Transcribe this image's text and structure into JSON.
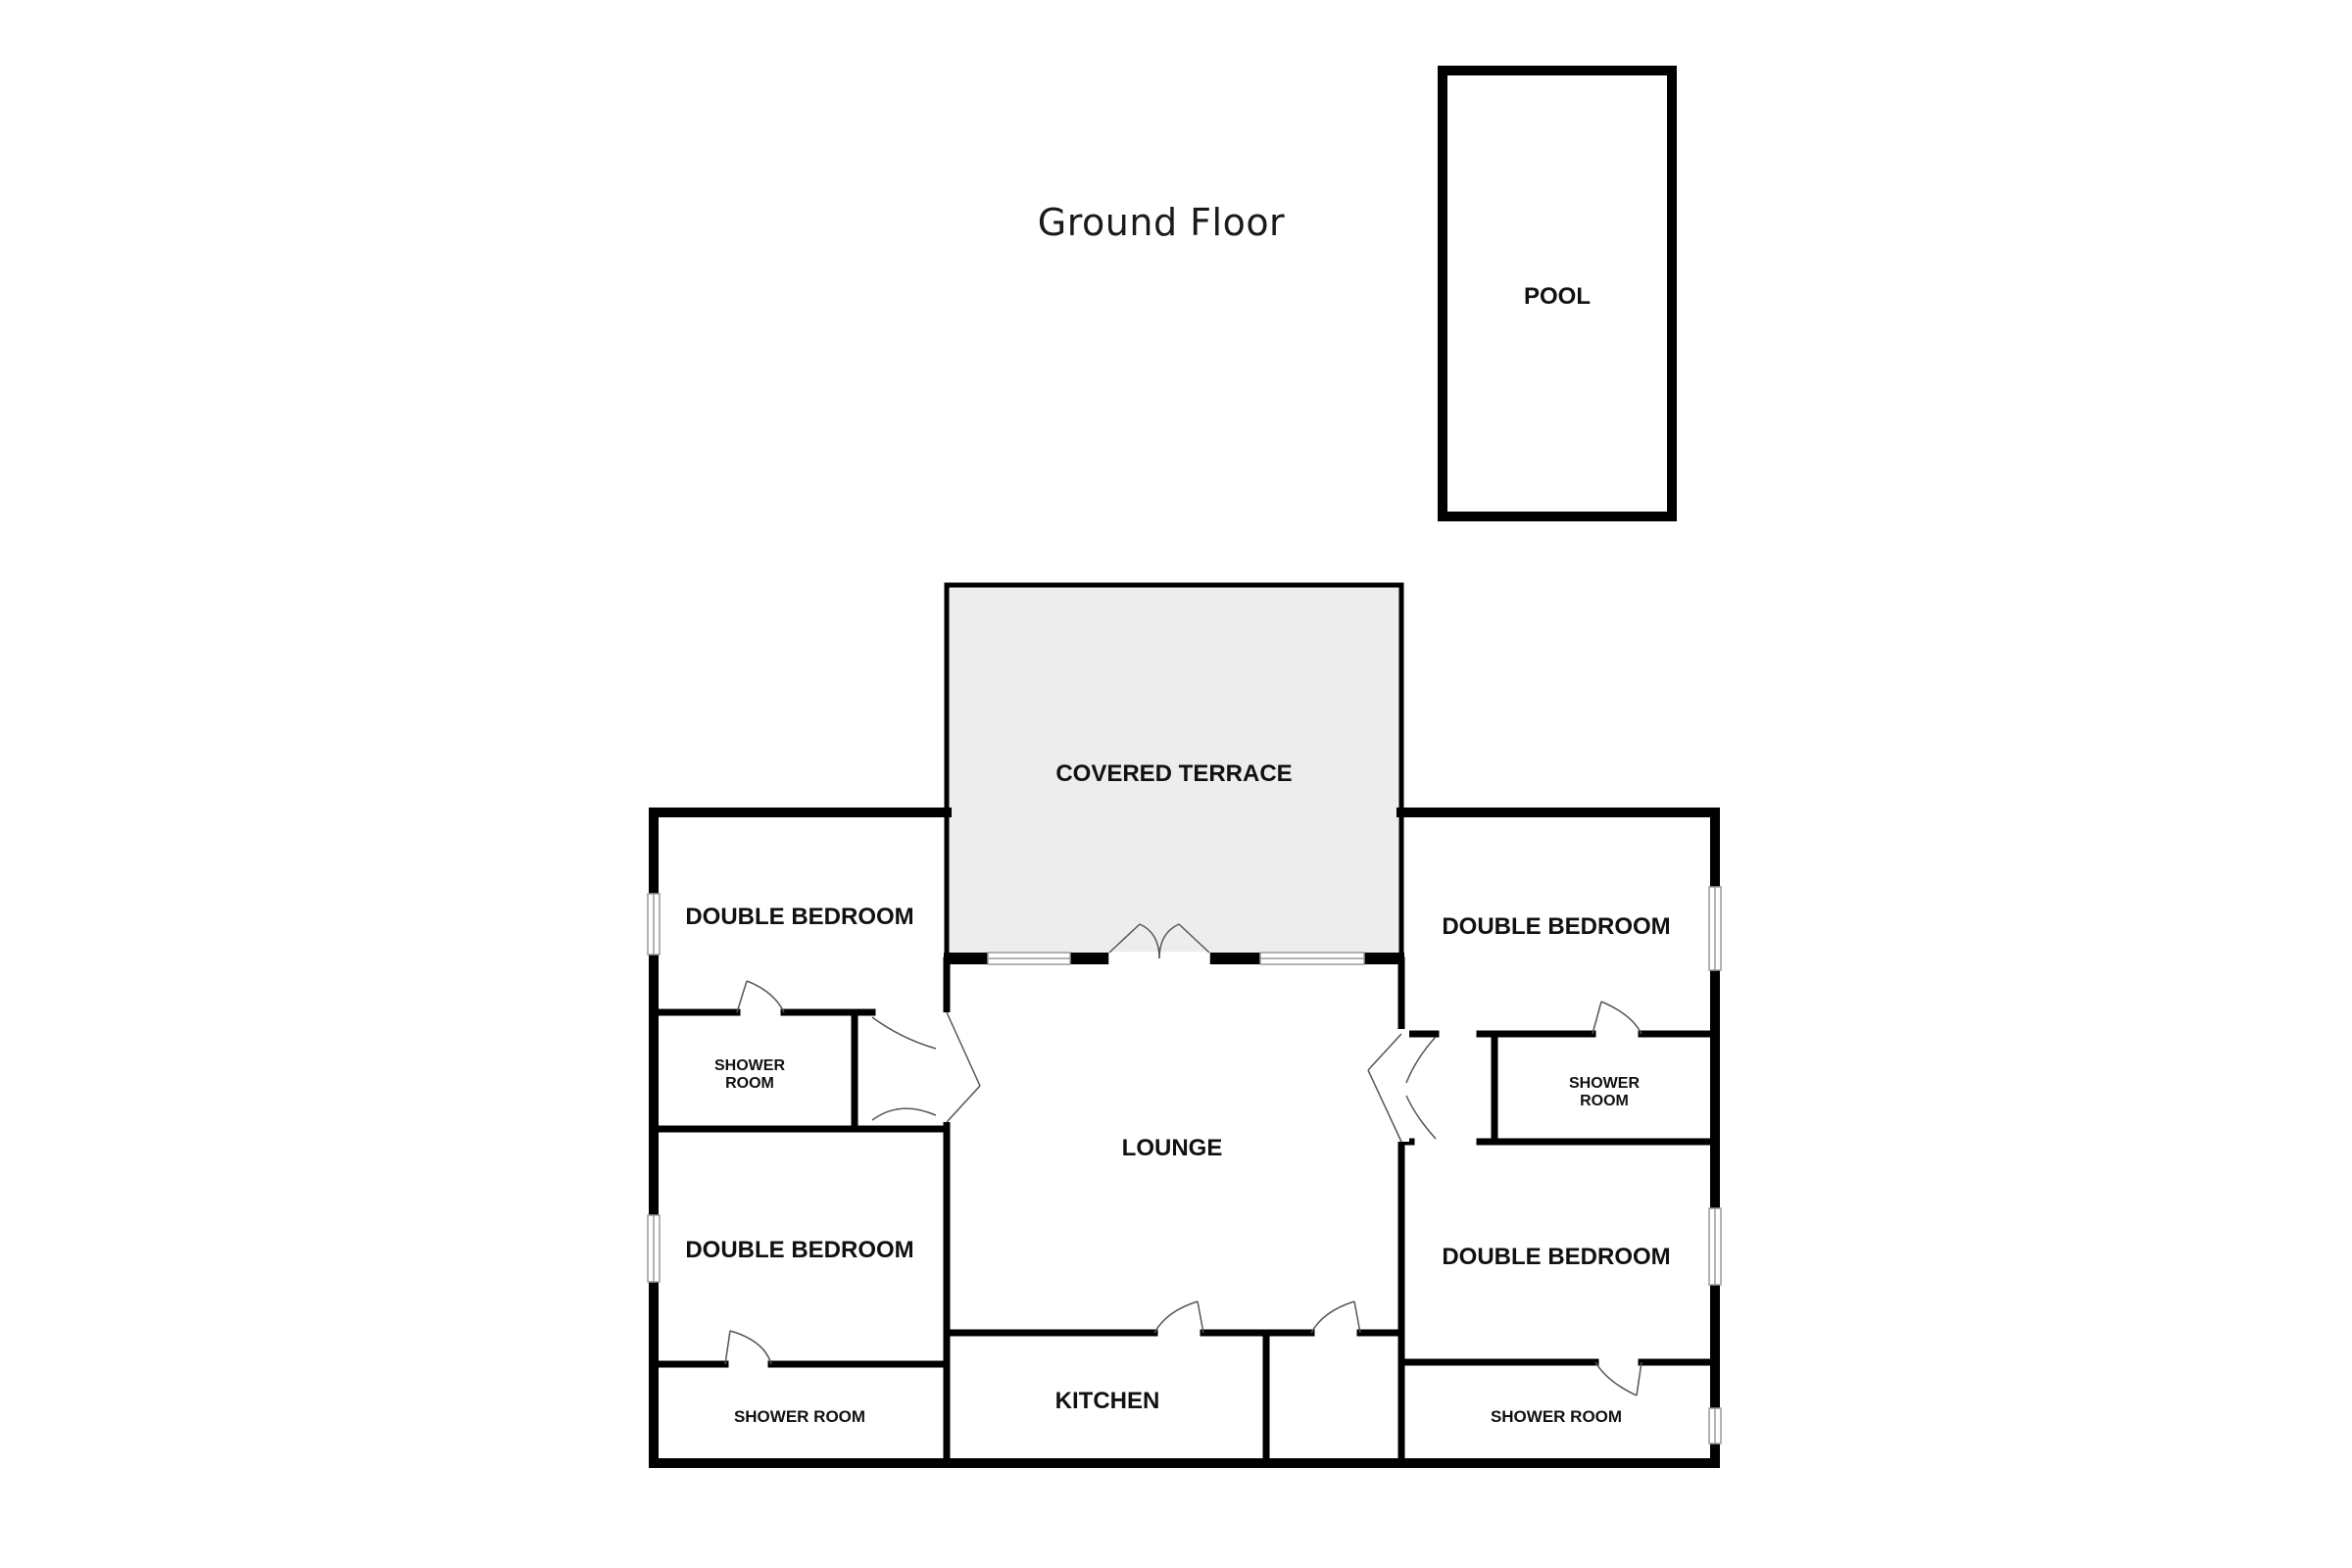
{
  "floor_title": "Ground Floor",
  "rooms": {
    "pool": "POOL",
    "covered_terrace": "COVERED TERRACE",
    "lounge": "LOUNGE",
    "kitchen": "KITCHEN",
    "bedroom_nw": "DOUBLE BEDROOM",
    "bedroom_sw": "DOUBLE BEDROOM",
    "bedroom_ne": "DOUBLE BEDROOM",
    "bedroom_se": "DOUBLE BEDROOM",
    "shower_w_line1": "SHOWER",
    "shower_w_line2": "ROOM",
    "shower_e_line1": "SHOWER",
    "shower_e_line2": "ROOM",
    "shower_sw": "SHOWER ROOM",
    "shower_se": "SHOWER ROOM"
  },
  "colors": {
    "wall": "#000000",
    "terrace_fill": "#ededed",
    "background": "#ffffff",
    "window_fill": "#ffffff",
    "window_line": "#9a9a9a",
    "door_line": "#555555"
  }
}
